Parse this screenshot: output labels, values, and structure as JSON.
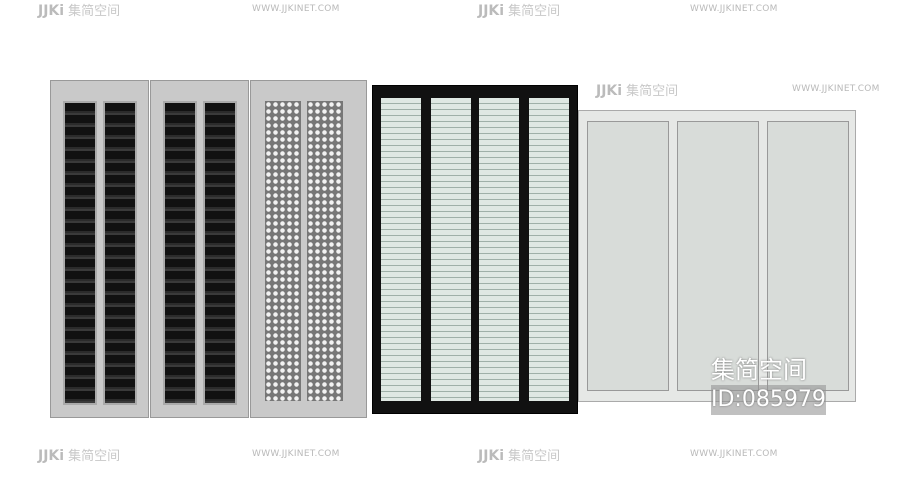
{
  "watermark": {
    "logo": "JJKi",
    "brand": "集简空间",
    "url": "WWW.JJKINET.COM"
  },
  "overlay": {
    "title": "集简空间",
    "id": "ID:085979"
  }
}
